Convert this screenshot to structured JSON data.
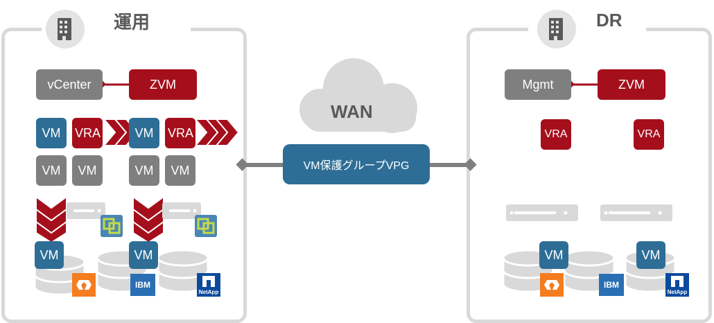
{
  "left_site": {
    "title": "運用",
    "vcenter": "vCenter",
    "zvm": "ZVM",
    "vm": "VM",
    "vra": "VRA",
    "ibm": "IBM",
    "netapp": "NetApp"
  },
  "right_site": {
    "title": "DR",
    "mgmt": "Mgmt",
    "zvm": "ZVM",
    "vra": "VRA",
    "vm": "VM",
    "ibm": "IBM",
    "netapp": "NetApp"
  },
  "network": {
    "wan": "WAN",
    "vpg": "VM保護グループVPG"
  },
  "colors": {
    "red": "#a50f1c",
    "blue": "#2e6e96",
    "gray": "#7f7f7f",
    "frame": "#d9d9d9",
    "cloud": "#d9d9d9"
  },
  "icons": [
    "building-icon",
    "server-icon",
    "database-icon",
    "chevron-arrow-icon",
    "vmware-icon",
    "pure-storage-logo",
    "ibm-logo",
    "netapp-logo"
  ]
}
